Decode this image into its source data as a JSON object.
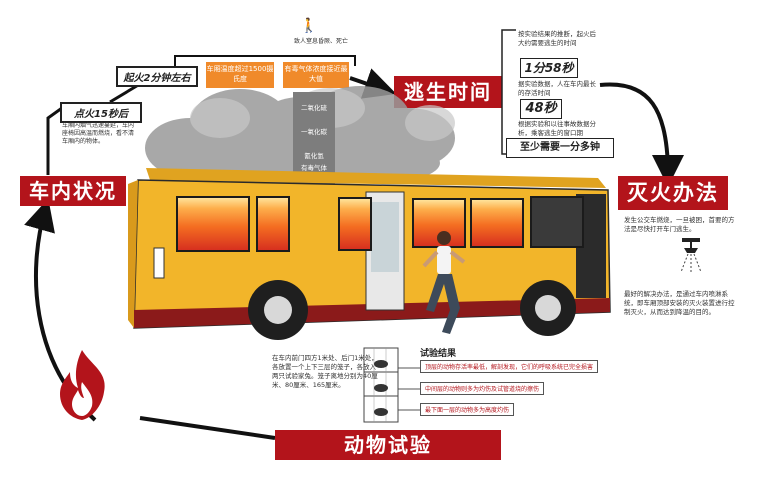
{
  "sections": {
    "inside_bus": "车内状况",
    "escape_time": "逃生时间",
    "extinguish": "灭火办法",
    "animal_test": "动物试验"
  },
  "timeline": {
    "ignition_15s": "点火15秒后",
    "ignition_15s_note": "车厢内烟气迅速蔓延，车内座椅因高温而燃烧，看不清车厢内的物体。",
    "ignition_2min": "起火2分钟左右",
    "temp_box": "车厢温度超过1500摄氏度",
    "gas_box": "有毒气体浓度接近最大值",
    "death_note": "致人窒息昏厥、死亡"
  },
  "gases": [
    "二氧化硫",
    "一氧化碳",
    "氰化氢",
    "有毒气体"
  ],
  "escape": {
    "note1": "按实验结果的推断，起火后大约需要逃生的时间",
    "time1": "1分58秒",
    "note2": "据实验数据，人在车内最长的存活时间",
    "time2": "48秒",
    "note3": "根据实验和以往事故数据分析，乘客逃生的窗口期",
    "summary": "至少需要一分多钟"
  },
  "extinguish": {
    "note1": "发生公交车燃烧，一旦被困，首要的方法是尽快打开车门逃生。",
    "note2": "最好的解决办法，是通过车内喷淋系统，即车厢顶部安装的灭火装置进行控制灭火，从而达到降温的目的。"
  },
  "animal_test": {
    "setup": "在车内前门四方1米处、后门1米处，各放置一个上下三层的笼子，各放入两只试验家兔。笼子离地分别为40厘米、80厘米、165厘米。",
    "results_title": "试验结果",
    "findings": [
      "顶层的动物存活率最低，解剖发现，它们的呼吸系统已完全损害",
      "中间层的动物则多为灼伤及试管道烧的擦伤",
      "最下面一层的动物多为高度灼伤"
    ]
  },
  "colors": {
    "accent_red": "#b3141b",
    "orange": "#f08a2a",
    "bus_yellow": "#f2b52a",
    "smoke": "#9a9a9a"
  }
}
